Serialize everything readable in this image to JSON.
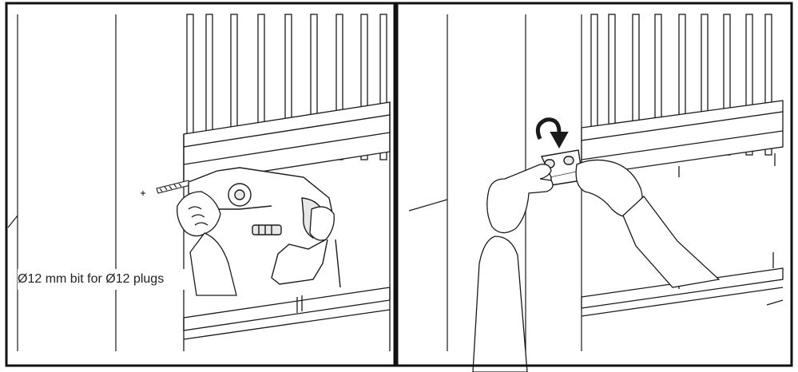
{
  "panels": [
    {
      "id": "left",
      "step": "drill-hole",
      "caption": "Ø12 mm bit for Ø12 plugs"
    },
    {
      "id": "right",
      "step": "fit-bracket",
      "caption": ""
    }
  ],
  "colors": {
    "line": "#1a1a1a",
    "fill": "#ffffff",
    "shade": "#e8e8e8",
    "border": "#111111"
  },
  "icons": [
    "rotate-arrow-icon",
    "drill-icon",
    "bracket-icon"
  ]
}
